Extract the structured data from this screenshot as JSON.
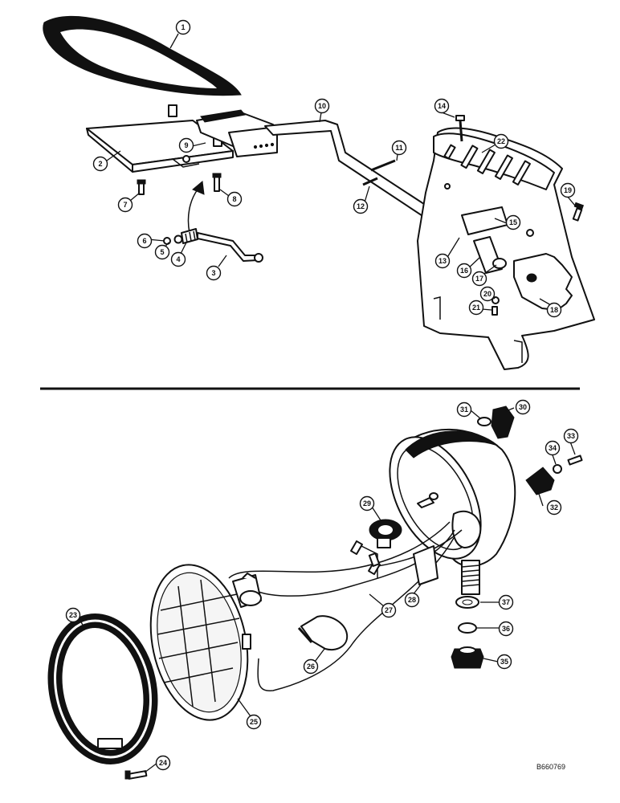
{
  "callouts": [
    "1",
    "2",
    "3",
    "4",
    "5",
    "6",
    "7",
    "8",
    "9",
    "10",
    "11",
    "12",
    "13",
    "14",
    "15",
    "16",
    "17",
    "18",
    "19",
    "20",
    "21",
    "22",
    "23",
    "24",
    "25",
    "26",
    "27",
    "28",
    "29",
    "30",
    "31",
    "32",
    "33",
    "34",
    "35",
    "36",
    "37"
  ],
  "drawing_code": "B660769"
}
